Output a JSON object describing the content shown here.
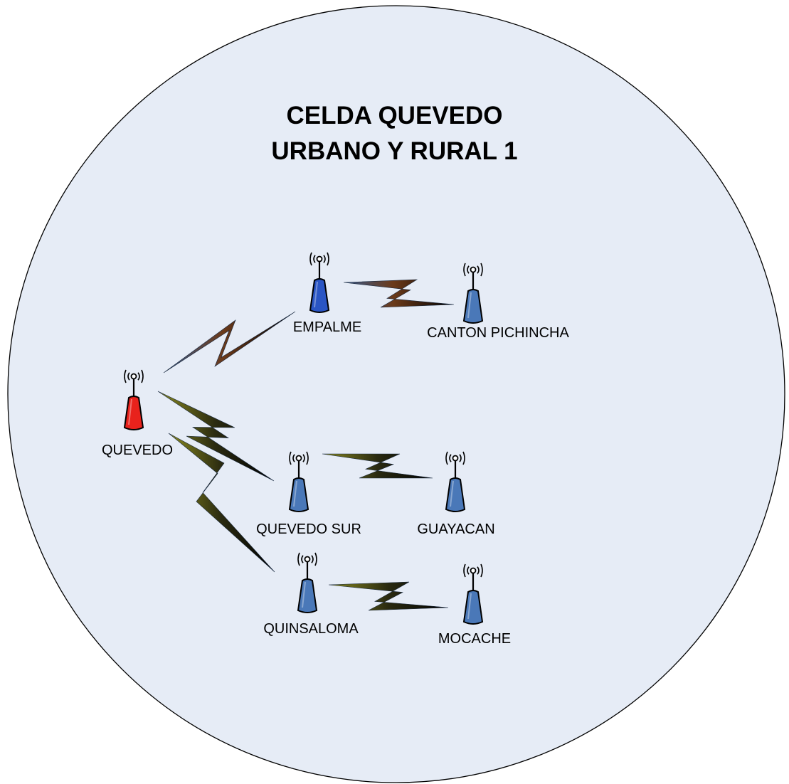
{
  "title": {
    "line1": "CELDA QUEVEDO",
    "line2": "URBANO Y RURAL 1"
  },
  "colors": {
    "cell_fill": "#e6ecf6",
    "cell_stroke": "#000000",
    "main_tower": "#e8221c",
    "empalme_tower": "#2a55c4",
    "tower": "#4a78b8"
  },
  "stations": [
    {
      "id": "quevedo",
      "label": "QUEVEDO",
      "role": "main",
      "icon": "antenna-tower-icon"
    },
    {
      "id": "empalme",
      "label": "EMPALME",
      "role": "relay",
      "icon": "antenna-tower-icon"
    },
    {
      "id": "canton-pichincha",
      "label": "CANTON PICHINCHA",
      "role": "endpoint",
      "icon": "antenna-tower-icon"
    },
    {
      "id": "quevedo-sur",
      "label": "QUEVEDO SUR",
      "role": "relay",
      "icon": "antenna-tower-icon"
    },
    {
      "id": "guayacan",
      "label": "GUAYACAN",
      "role": "endpoint",
      "icon": "antenna-tower-icon"
    },
    {
      "id": "quinsaloma",
      "label": "QUINSALOMA",
      "role": "relay",
      "icon": "antenna-tower-icon"
    },
    {
      "id": "mocache",
      "label": "MOCACHE",
      "role": "endpoint",
      "icon": "antenna-tower-icon"
    }
  ],
  "links": [
    {
      "from": "quevedo",
      "to": "empalme",
      "icon": "lightning-link-icon"
    },
    {
      "from": "empalme",
      "to": "canton-pichincha",
      "icon": "lightning-link-icon"
    },
    {
      "from": "quevedo",
      "to": "quevedo-sur",
      "icon": "lightning-link-icon"
    },
    {
      "from": "quevedo-sur",
      "to": "guayacan",
      "icon": "lightning-link-icon"
    },
    {
      "from": "quevedo",
      "to": "quinsaloma",
      "icon": "lightning-link-icon"
    },
    {
      "from": "quinsaloma",
      "to": "mocache",
      "icon": "lightning-link-icon"
    }
  ]
}
